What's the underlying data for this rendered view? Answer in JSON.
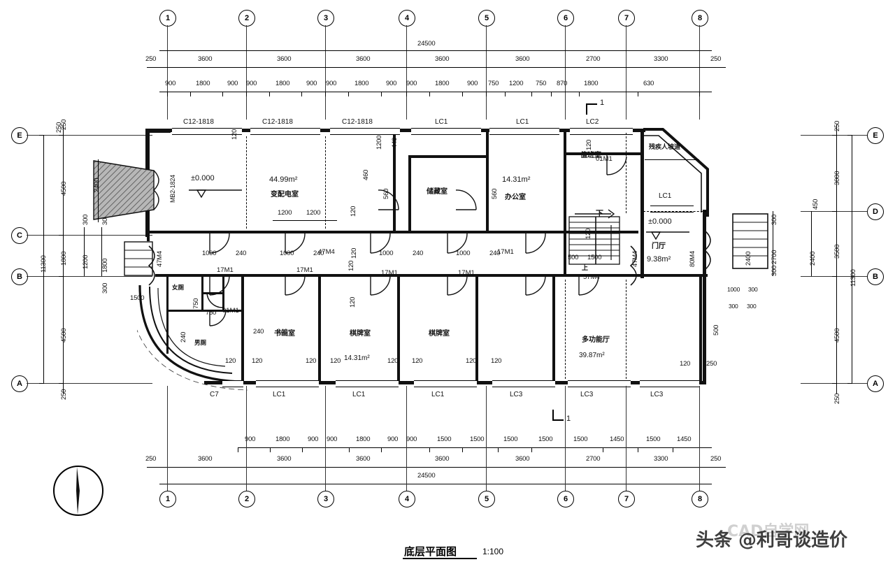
{
  "drawing": {
    "title": "底层平面图",
    "scale": "1:100",
    "total_width_mm": "24500",
    "total_depth_mm": "11300",
    "north_symbol": "north-arrow"
  },
  "watermark": {
    "primary": "头条 @利哥谈造价",
    "secondary": "CAD自学网"
  },
  "grid": {
    "vertical_labels": [
      "1",
      "2",
      "3",
      "4",
      "5",
      "6",
      "7",
      "8"
    ],
    "horizontal_labels_left": [
      "E",
      "C",
      "B",
      "A"
    ],
    "horizontal_labels_right": [
      "E",
      "D",
      "B",
      "A"
    ]
  },
  "dimensions": {
    "top_overall": "24500",
    "top_bay": [
      "250",
      "3600",
      "3600",
      "3600",
      "3600",
      "3600",
      "2700",
      "3300",
      "250"
    ],
    "top_detail": [
      "900",
      "1800",
      "900",
      "900",
      "1800",
      "900",
      "900",
      "1800",
      "900",
      "900",
      "1800",
      "900",
      "750",
      "1200",
      "750",
      "870",
      "1800",
      "630"
    ],
    "bottom_overall": "24500",
    "bottom_bay": [
      "250",
      "3600",
      "3600",
      "3600",
      "3600",
      "3600",
      "2700",
      "3300",
      "250"
    ],
    "bottom_detail": [
      "900",
      "1800",
      "900",
      "900",
      "1800",
      "900",
      "900",
      "1500",
      "1500",
      "1500",
      "1500",
      "1500",
      "1450"
    ],
    "left_overall": "11300",
    "left_chain": [
      "250",
      "4500",
      "1800",
      "4500",
      "250"
    ],
    "left_sub": [
      "300",
      "300",
      "1200",
      "1800",
      "300"
    ],
    "right_overall": "11300",
    "right_chain": [
      "250",
      "3000",
      "450",
      "3500",
      "4500",
      "250"
    ],
    "right_sub": [
      "2400",
      "2700",
      "300",
      "300"
    ],
    "interior": [
      "120",
      "1200",
      "1200",
      "120",
      "460",
      "1200",
      "440",
      "1000",
      "240",
      "1000",
      "240",
      "1000",
      "240",
      "1000",
      "240",
      "1500",
      "500",
      "1500",
      "2400",
      "240",
      "750",
      "750",
      "120",
      "560",
      "560",
      "250",
      "300",
      "1000",
      "300",
      "300"
    ]
  },
  "windows": {
    "top_row": [
      "C12-1818",
      "C12-1818",
      "C12-1818",
      "LC1",
      "LC1",
      "LC2"
    ],
    "bottom_row": [
      "C7",
      "LC1",
      "LC1",
      "LC1",
      "LC3",
      "LC3",
      "LC3"
    ],
    "right_side": [
      "LC1"
    ],
    "left_door": "MB2-1824"
  },
  "doors": {
    "labels": [
      "17M1",
      "17M1",
      "17M1",
      "17M1",
      "01M1",
      "01M1",
      "47M4",
      "47M4",
      "47M4",
      "57M4",
      "80M4",
      "17M1"
    ]
  },
  "rooms": [
    {
      "name": "变配电室",
      "area": "44.99m²",
      "level": "±0.000"
    },
    {
      "name": "储藏室",
      "area": ""
    },
    {
      "name": "办公室",
      "area": "14.31m²"
    },
    {
      "name": "值班室",
      "area": ""
    },
    {
      "name": "门厅",
      "area": "9.38m²",
      "level": "±0.000"
    },
    {
      "name": "女厕",
      "area": ""
    },
    {
      "name": "男厕",
      "area": ""
    },
    {
      "name": "书画室",
      "area": ""
    },
    {
      "name": "棋牌室",
      "area": "14.31m²"
    },
    {
      "name": "棋牌室",
      "area": ""
    },
    {
      "name": "多功能厅",
      "area": "39.87m²"
    }
  ],
  "annotations": {
    "stair_down": "下",
    "stair_up": "上",
    "section_mark": "1",
    "ramp_note": "残疾人坡道",
    "left_feature_dim": "2400"
  }
}
